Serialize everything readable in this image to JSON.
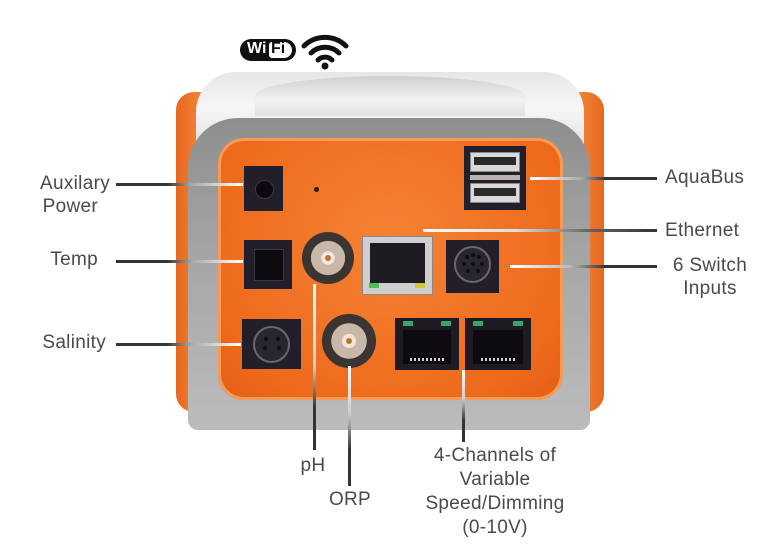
{
  "header": {
    "wifi_badge": {
      "text_wi": "Wi",
      "text_fi": "Fi",
      "icon": "wifi-icon"
    }
  },
  "device": {
    "name": "controller-rear-panel",
    "colors": {
      "panel_orange": "#ee6a1c",
      "bezel_gray": "#a0a0a0",
      "port_dark": "#231f2a",
      "led_green": "#3aa56b",
      "label_gray": "#4a4a4a"
    }
  },
  "callouts": {
    "left": [
      {
        "id": "auxiliary-power",
        "lines": [
          "Auxilary",
          "Power"
        ]
      },
      {
        "id": "temp",
        "lines": [
          "Temp"
        ]
      },
      {
        "id": "salinity",
        "lines": [
          "Salinity"
        ]
      }
    ],
    "right": [
      {
        "id": "aquabus",
        "lines": [
          "AquaBus"
        ]
      },
      {
        "id": "ethernet",
        "lines": [
          "Ethernet"
        ]
      },
      {
        "id": "switch-inputs",
        "lines": [
          "6 Switch",
          "Inputs"
        ]
      }
    ],
    "bottom": [
      {
        "id": "ph",
        "lines": [
          "pH"
        ]
      },
      {
        "id": "orp",
        "lines": [
          "ORP"
        ]
      },
      {
        "id": "variable-speed",
        "lines": [
          "4-Channels of",
          "Variable",
          "Speed/Dimming",
          "(0-10V)"
        ]
      }
    ]
  }
}
